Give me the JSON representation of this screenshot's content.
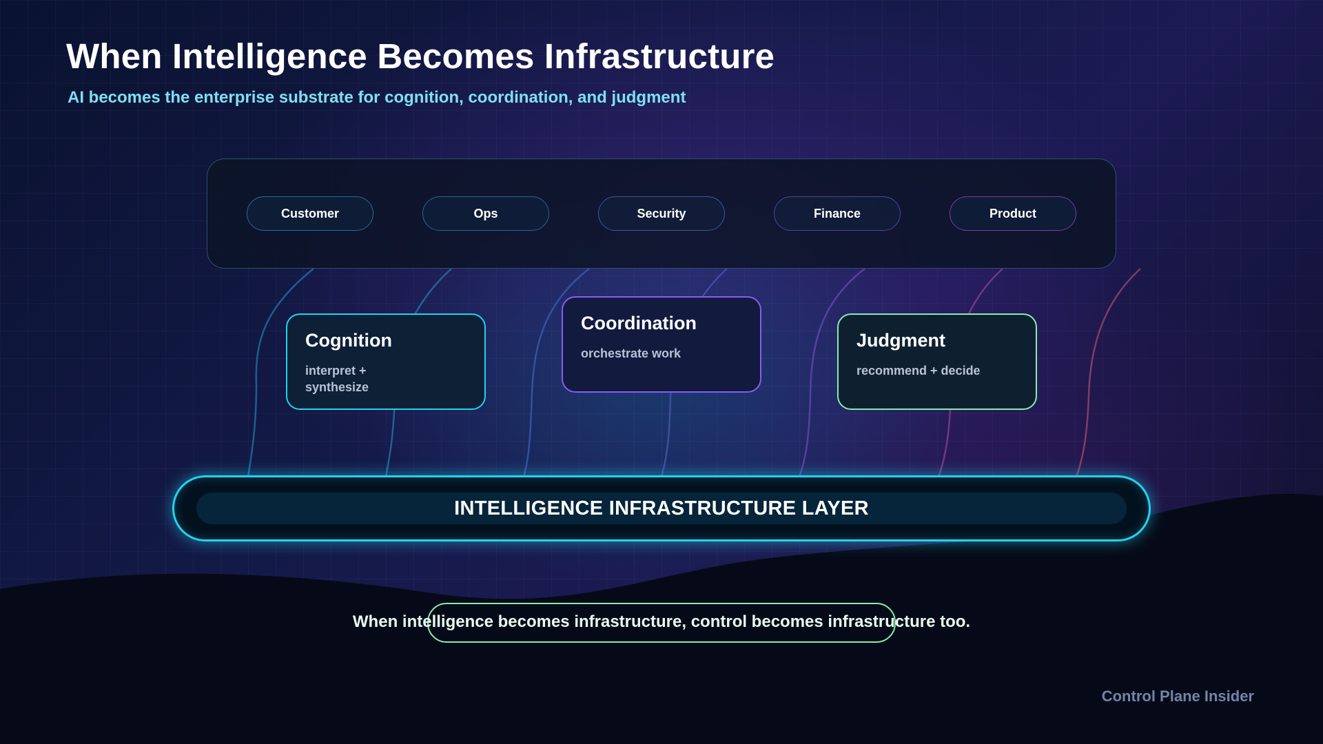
{
  "header": {
    "title": "When Intelligence Becomes Infrastructure",
    "subtitle": "AI becomes the enterprise substrate for cognition, coordination, and judgment"
  },
  "functions": [
    {
      "label": "Customer",
      "color": "#1e6f9c"
    },
    {
      "label": "Ops",
      "color": "#22688f"
    },
    {
      "label": "Security",
      "color": "#3559a8"
    },
    {
      "label": "Finance",
      "color": "#4a46a6"
    },
    {
      "label": "Product",
      "color": "#7b3c9e"
    }
  ],
  "capabilities": [
    {
      "title": "Cognition",
      "subtitle": "interpret + synthesize",
      "color": "#22d3ee"
    },
    {
      "title": "Coordination",
      "subtitle": "orchestrate work",
      "color": "#8b5cf6"
    },
    {
      "title": "Judgment",
      "subtitle": "recommend + decide",
      "color": "#86efac"
    }
  ],
  "infrastructure": {
    "label": "INTELLIGENCE INFRASTRUCTURE LAYER",
    "color": "#22d3ee"
  },
  "tagline": "When intelligence becomes infrastructure, control becomes infrastructure too.",
  "brand": "Control Plane Insider",
  "colors": {
    "background": "#0a1230",
    "accent": "#22d3ee",
    "subtitle": "#7ee0f2",
    "tagline_outline": "#86efac",
    "brand": "#7185a8"
  }
}
